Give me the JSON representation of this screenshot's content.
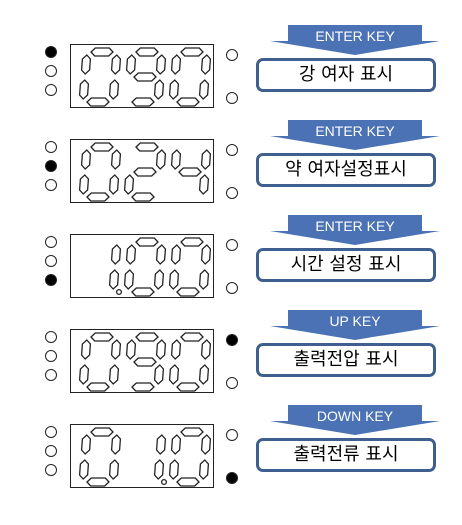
{
  "colors": {
    "accent": "#4a72b5",
    "box_border": "#3f5f8f",
    "segment": "#222222"
  },
  "rows": [
    {
      "key": "ENTER KEY",
      "label": "강 여자 표시",
      "digits": [
        "0",
        "9",
        "0"
      ],
      "dot_after": [],
      "leds_left": [
        true,
        false,
        false
      ],
      "leds_right": [
        false,
        false
      ]
    },
    {
      "key": "ENTER KEY",
      "label": "약 여자설정표시",
      "digits": [
        "0",
        "2",
        "4"
      ],
      "dot_after": [],
      "leds_left": [
        false,
        true,
        false
      ],
      "leds_right": [
        false,
        false
      ]
    },
    {
      "key": "ENTER KEY",
      "label": "시간 설정 표시",
      "digits": [
        "1",
        "0",
        "0"
      ],
      "dot_after": [
        0
      ],
      "leds_left": [
        false,
        false,
        true
      ],
      "leds_right": [
        false,
        false
      ]
    },
    {
      "key": "UP KEY",
      "label": "출력전압 표시",
      "digits": [
        "0",
        "9",
        "0"
      ],
      "dot_after": [],
      "leds_left": [
        false,
        false,
        false
      ],
      "leds_right": [
        true,
        false
      ]
    },
    {
      "key": "DOWN KEY",
      "label": "출력전류 표시",
      "digits": [
        "0",
        "1",
        "0"
      ],
      "dot_after": [
        1
      ],
      "leds_left": [
        false,
        false,
        false
      ],
      "leds_right": [
        false,
        true
      ]
    }
  ]
}
